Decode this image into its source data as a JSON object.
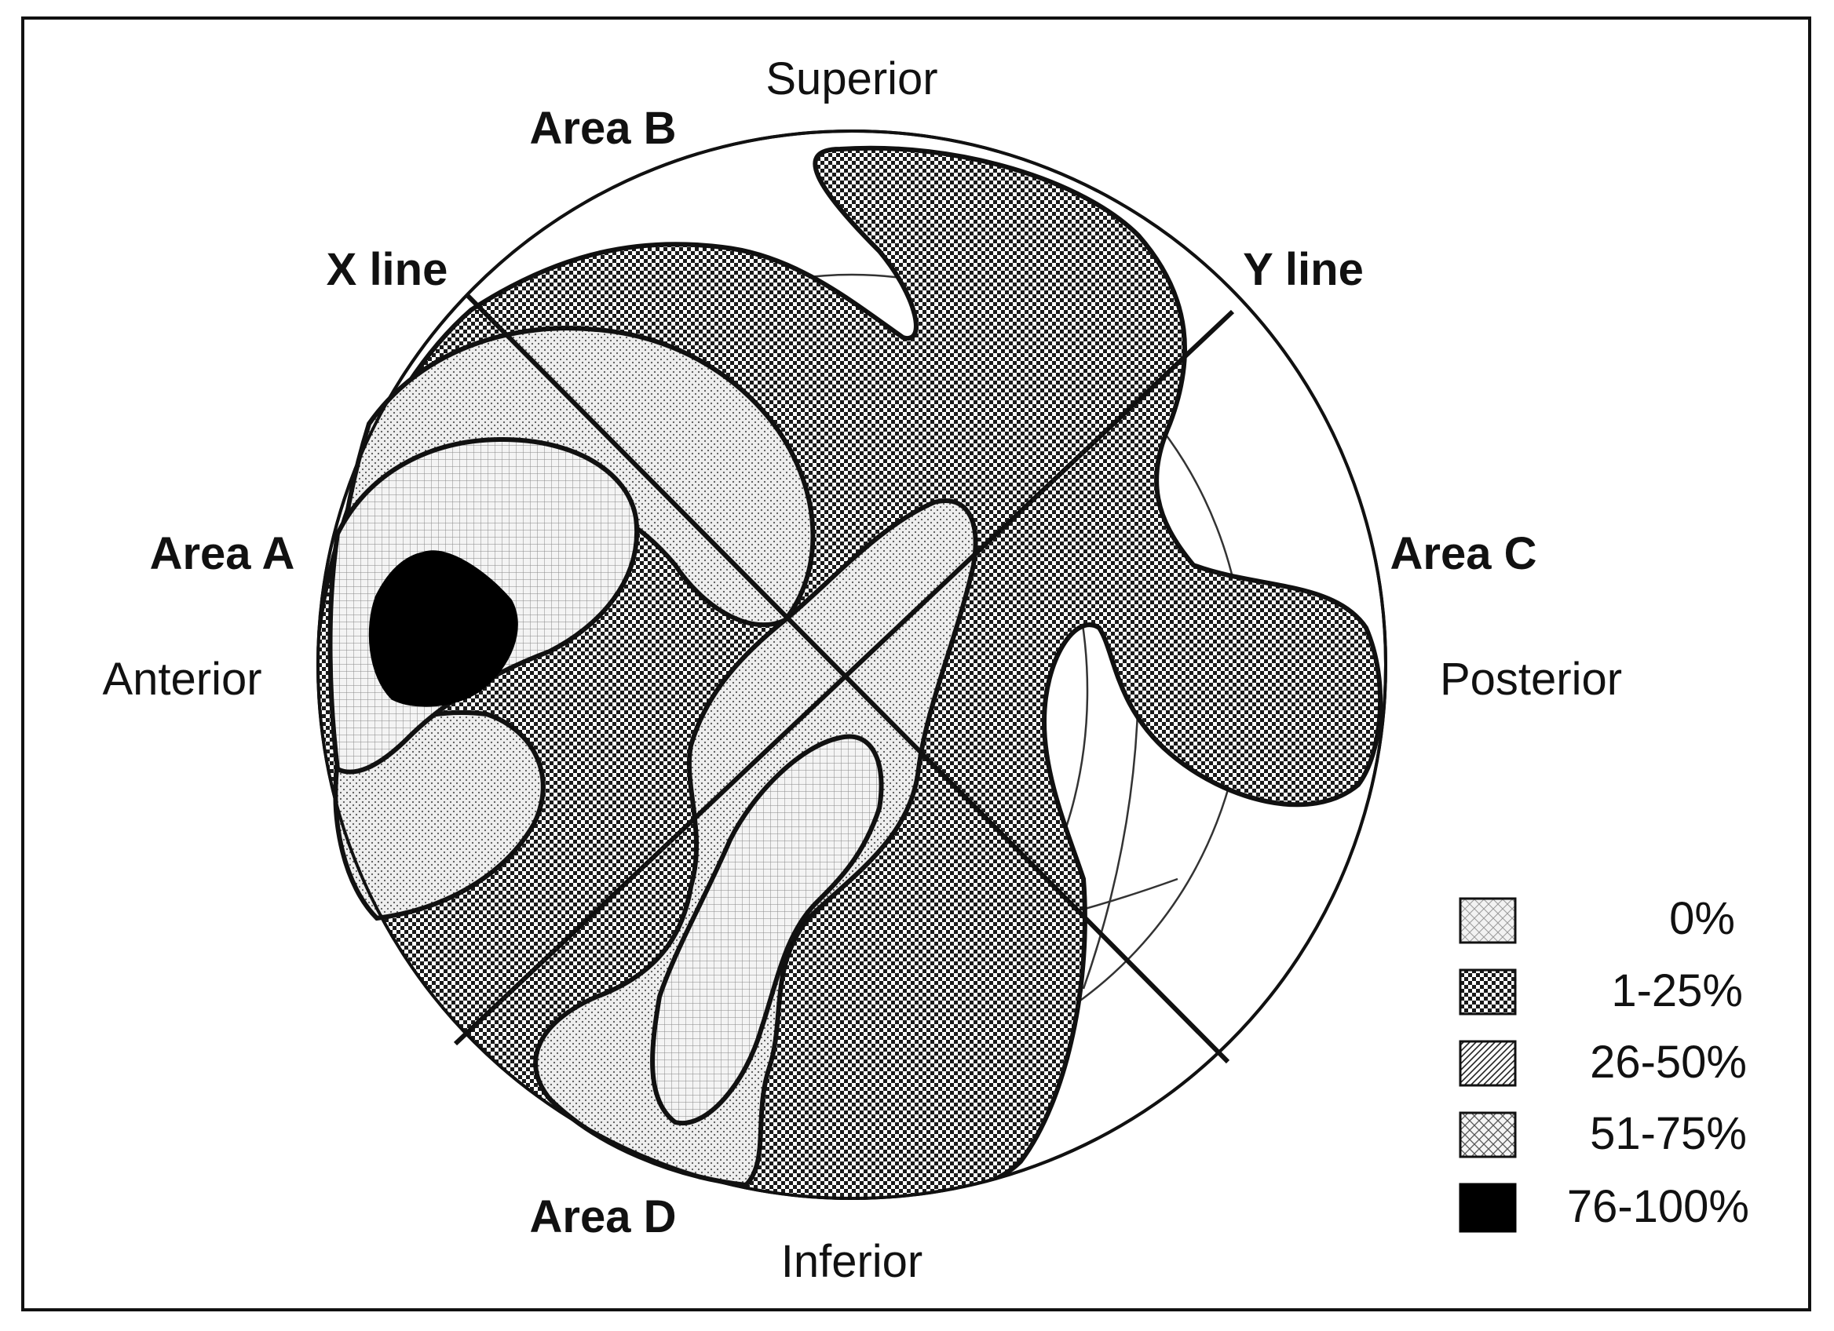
{
  "labels": {
    "superior": "Superior",
    "inferior": "Inferior",
    "anterior": "Anterior",
    "posterior": "Posterior",
    "area_a": "Area A",
    "area_b": "Area B",
    "area_c": "Area C",
    "area_d": "Area D",
    "x_line": "X line",
    "y_line": "Y line"
  },
  "legend": [
    {
      "label": "0%",
      "pattern": "light-crosshatch"
    },
    {
      "label": "1-25%",
      "pattern": "checker"
    },
    {
      "label": "26-50%",
      "pattern": "diagonal-hatch"
    },
    {
      "label": "51-75%",
      "pattern": "crosshatch"
    },
    {
      "label": "76-100%",
      "pattern": "solid-black"
    }
  ],
  "colors": {
    "ink": "#111111",
    "paper": "#ffffff"
  }
}
